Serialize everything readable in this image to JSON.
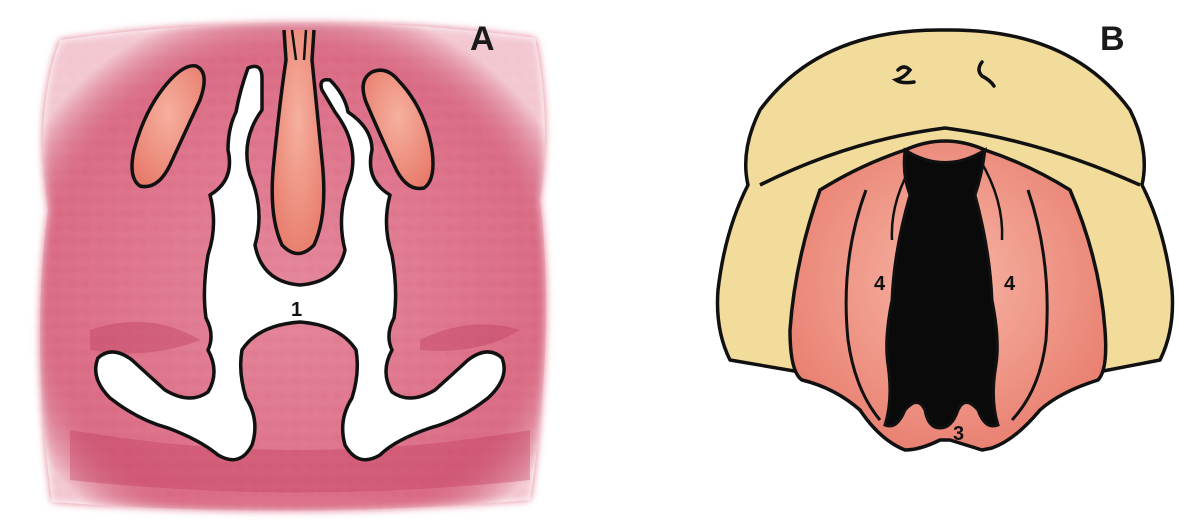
{
  "panel_a": {
    "letter": "A",
    "labels": {
      "cavity": "1"
    }
  },
  "panel_b": {
    "letter": "B",
    "labels": {
      "left_fold": "4",
      "right_fold": "4",
      "opening": "3"
    }
  },
  "colors": {
    "tissue": "#d9607a",
    "tissue_light": "#ec9aaa",
    "pink_structure": "#ee8e7e",
    "skin": "#f2dc9c",
    "mucosa": "#ef8e80",
    "mucosa_light": "#f5aea0",
    "dark": "#0a0a0a",
    "outline": "#111111"
  }
}
